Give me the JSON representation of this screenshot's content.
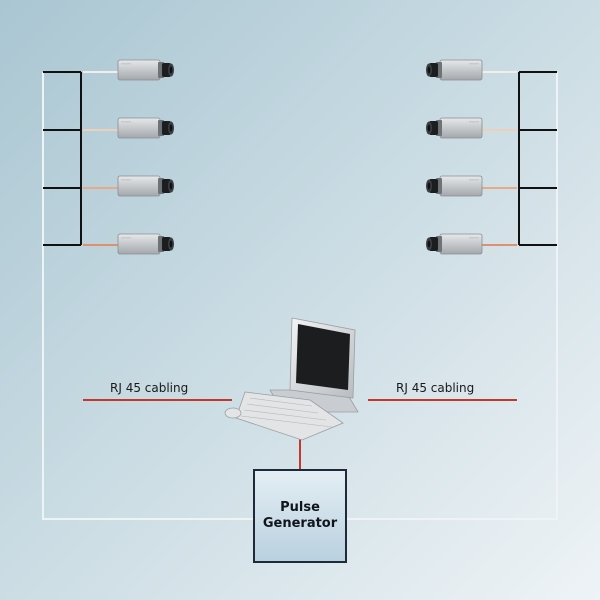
{
  "labels": {
    "left_cabling": "RJ 45 cabling",
    "right_cabling": "RJ 45 cabling"
  },
  "pulse_generator": {
    "line1": "Pulse",
    "line2": "Generator"
  },
  "colors": {
    "background_top_left": "#a9c6d2",
    "background_bottom_right": "#e9f0f4",
    "trigger_wire": "#111111",
    "ethernet_wire_light": "#f4dcc8",
    "ethernet_wire_dark": "#c0392b",
    "return_wire": "#e4ecef"
  },
  "icons": {
    "camera": "ip-camera-icon",
    "computer": "desktop-computer-icon"
  }
}
